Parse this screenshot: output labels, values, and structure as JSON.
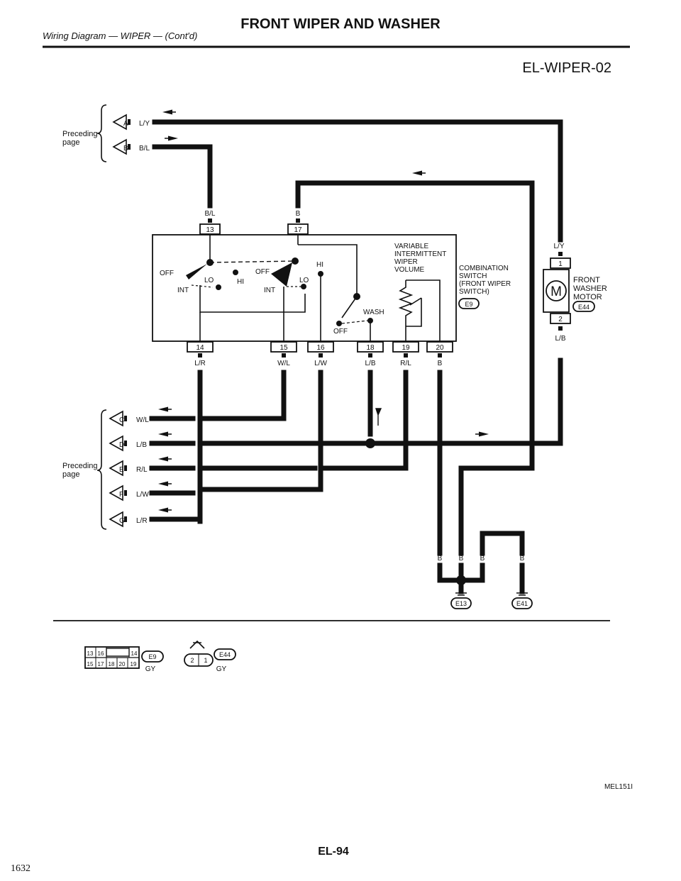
{
  "header": {
    "title": "FRONT WIPER AND WASHER",
    "subtitle": "Wiring Diagram — WIPER — (Cont'd)",
    "diagram_code": "EL-WIPER-02"
  },
  "preceding_page": {
    "label_line1": "Preceding",
    "label_line2": "page"
  },
  "connectors_top": [
    {
      "letter": "A",
      "wire": "L/Y"
    },
    {
      "letter": "B",
      "wire": "B/L"
    }
  ],
  "connectors_left": [
    {
      "letter": "C",
      "wire": "W/L"
    },
    {
      "letter": "D",
      "wire": "L/B"
    },
    {
      "letter": "E",
      "wire": "R/L"
    },
    {
      "letter": "F",
      "wire": "L/W"
    },
    {
      "letter": "G",
      "wire": "L/R"
    }
  ],
  "switch": {
    "terminals_top": [
      {
        "pin": "13",
        "wire": "B/L"
      },
      {
        "pin": "17",
        "wire": "B"
      }
    ],
    "terminals_bottom": [
      {
        "pin": "14",
        "wire": "L/R"
      },
      {
        "pin": "15",
        "wire": "W/L"
      },
      {
        "pin": "16",
        "wire": "L/W"
      },
      {
        "pin": "18",
        "wire": "L/B"
      },
      {
        "pin": "19",
        "wire": "R/L"
      },
      {
        "pin": "20",
        "wire": "B"
      }
    ],
    "positions": {
      "off": "OFF",
      "lo": "LO",
      "hi": "HI",
      "int": "INT",
      "wash": "WASH"
    },
    "volume_label": [
      "VARIABLE",
      "INTERMITTENT",
      "WIPER",
      "VOLUME"
    ],
    "name": [
      "COMBINATION",
      "SWITCH",
      "(FRONT WIPER",
      "SWITCH)"
    ],
    "connector": "E9"
  },
  "motor": {
    "symbol": "M",
    "name": [
      "FRONT",
      "WASHER",
      "MOTOR"
    ],
    "connector": "E44",
    "pin_top": "1",
    "pin_bottom": "2",
    "wire_top": "L/Y",
    "wire_bottom": "L/B"
  },
  "grounds": {
    "wires": [
      "B",
      "B",
      "B",
      "B"
    ],
    "left": "E13",
    "right": "E41"
  },
  "connector_views": {
    "e9_row1": [
      "13",
      "16",
      "14"
    ],
    "e9_row2": [
      "15",
      "17",
      "18",
      "20",
      "19"
    ],
    "e9_id": "E9",
    "e9_color": "GY",
    "e44_pins": [
      "2",
      "1"
    ],
    "e44_id": "E44",
    "e44_color": "GY"
  },
  "footer": {
    "ref_code": "MEL151I",
    "page_code": "EL-94",
    "page_number": "1632"
  }
}
